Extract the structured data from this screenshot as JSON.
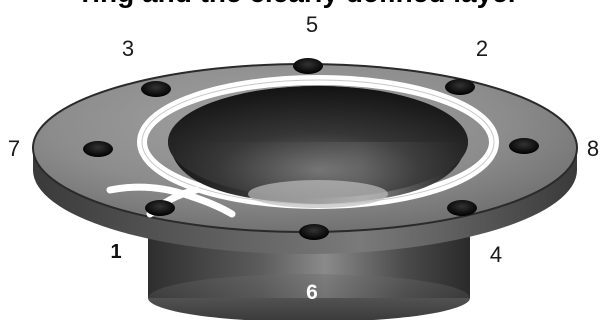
{
  "header": {
    "cropped_text": "ring and the clearly defined layer"
  },
  "callouts": {
    "bolt_3": "3",
    "bolt_5": "5",
    "bolt_2": "2",
    "bolt_7": "7",
    "bolt_8": "8",
    "bolt_1": "1",
    "bolt_4": "4",
    "hub": "6"
  },
  "colors": {
    "flange_top": "#8a8a8a",
    "flange_edge": "#3c3c3c",
    "bore_dark": "#1a1a1a",
    "gasket": "#ffffff",
    "hub_body": "#4a4a4a"
  }
}
